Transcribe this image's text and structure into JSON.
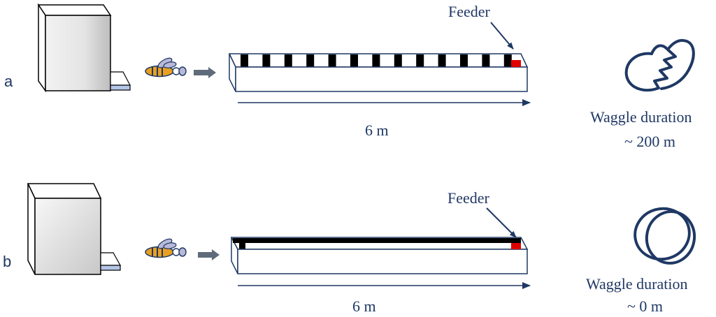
{
  "panels": [
    {
      "id": "a",
      "panel_label": "a",
      "feeder_label": "Feeder",
      "distance_label": "6 m",
      "result_label": "Waggle duration",
      "result_value": "~ 200 m",
      "tunnel_pattern": "checkered",
      "dance_type": "waggle"
    },
    {
      "id": "b",
      "panel_label": "b",
      "feeder_label": "Feeder",
      "distance_label": "6 m",
      "result_label": "Waggle duration",
      "result_value": "~ 0 m",
      "tunnel_pattern": "striped",
      "dance_type": "round"
    }
  ],
  "colors": {
    "text_blue": "#1f3864",
    "feeder_red": "#e00000",
    "bee_orange": "#e8a020",
    "bee_wing": "#b8b8d8",
    "arrow_grey": "#5f6b7a",
    "hive_entrance": "#b4c6e7"
  }
}
